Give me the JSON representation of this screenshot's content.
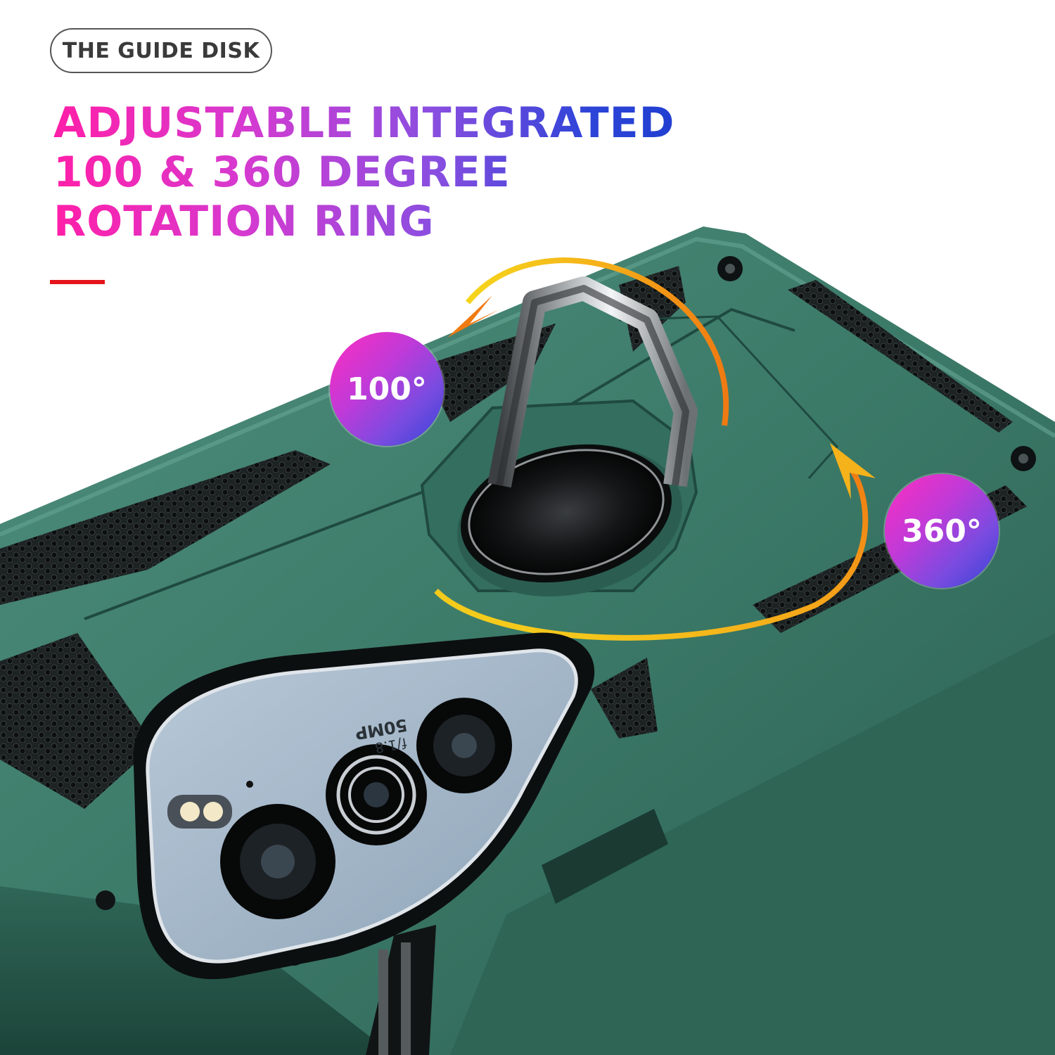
{
  "guide": {
    "label": "THE GUIDE DISK"
  },
  "headline": {
    "line1": "ADJUSTABLE INTEGRATED",
    "line2": "100 & 360 DEGREE",
    "line3": "ROTATION RING"
  },
  "badges": {
    "small_angle": "100°",
    "full_angle": "360°"
  },
  "camera_text": {
    "line1": "50MP",
    "line2": "f/1.8"
  },
  "colors": {
    "case_green": "#3c7a68",
    "case_dark": "#24564a",
    "grip_black": "#1d2222",
    "arrow_orange": "#f07a12",
    "arrow_yellow": "#f5d51c",
    "accent_red": "#e5141b"
  }
}
